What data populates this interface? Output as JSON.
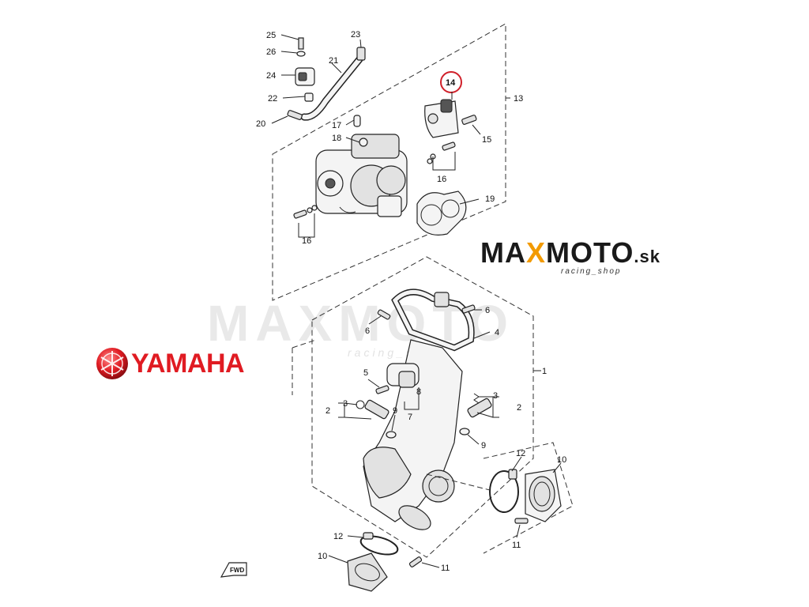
{
  "brand": {
    "maxmoto_prefix": "MA",
    "maxmoto_x": "X",
    "maxmoto_suffix": "MOTO",
    "maxmoto_tld": ".sk",
    "maxmoto_tagline": "racing_shop",
    "yamaha": "YAMAHA",
    "orange": "#f29a00",
    "yamaha_red": "#e01b22"
  },
  "watermark": {
    "text": "MAXMOTO",
    "tagline": "racing_shop"
  },
  "fwd_label": "FWD",
  "highlight_color": "#d0202a",
  "callouts": {
    "n25": "25",
    "n26": "26",
    "n24": "24",
    "n22": "22",
    "n20": "20",
    "n23": "23",
    "n21": "21",
    "n17": "17",
    "n18": "18",
    "n14": "14",
    "n13": "13",
    "n15": "15",
    "n16a": "16",
    "n16b": "16",
    "n19": "19",
    "n6a": "6",
    "n6b": "6",
    "n4": "4",
    "n1": "1",
    "n5": "5",
    "n8": "8",
    "n7": "7",
    "n3a": "3",
    "n2a": "2",
    "n9a": "9",
    "n3b": "3",
    "n2b": "2",
    "n9b": "9",
    "n12a": "12",
    "n10a": "10",
    "n11a": "11",
    "n12b": "12",
    "n10b": "10",
    "n11b": "11"
  }
}
